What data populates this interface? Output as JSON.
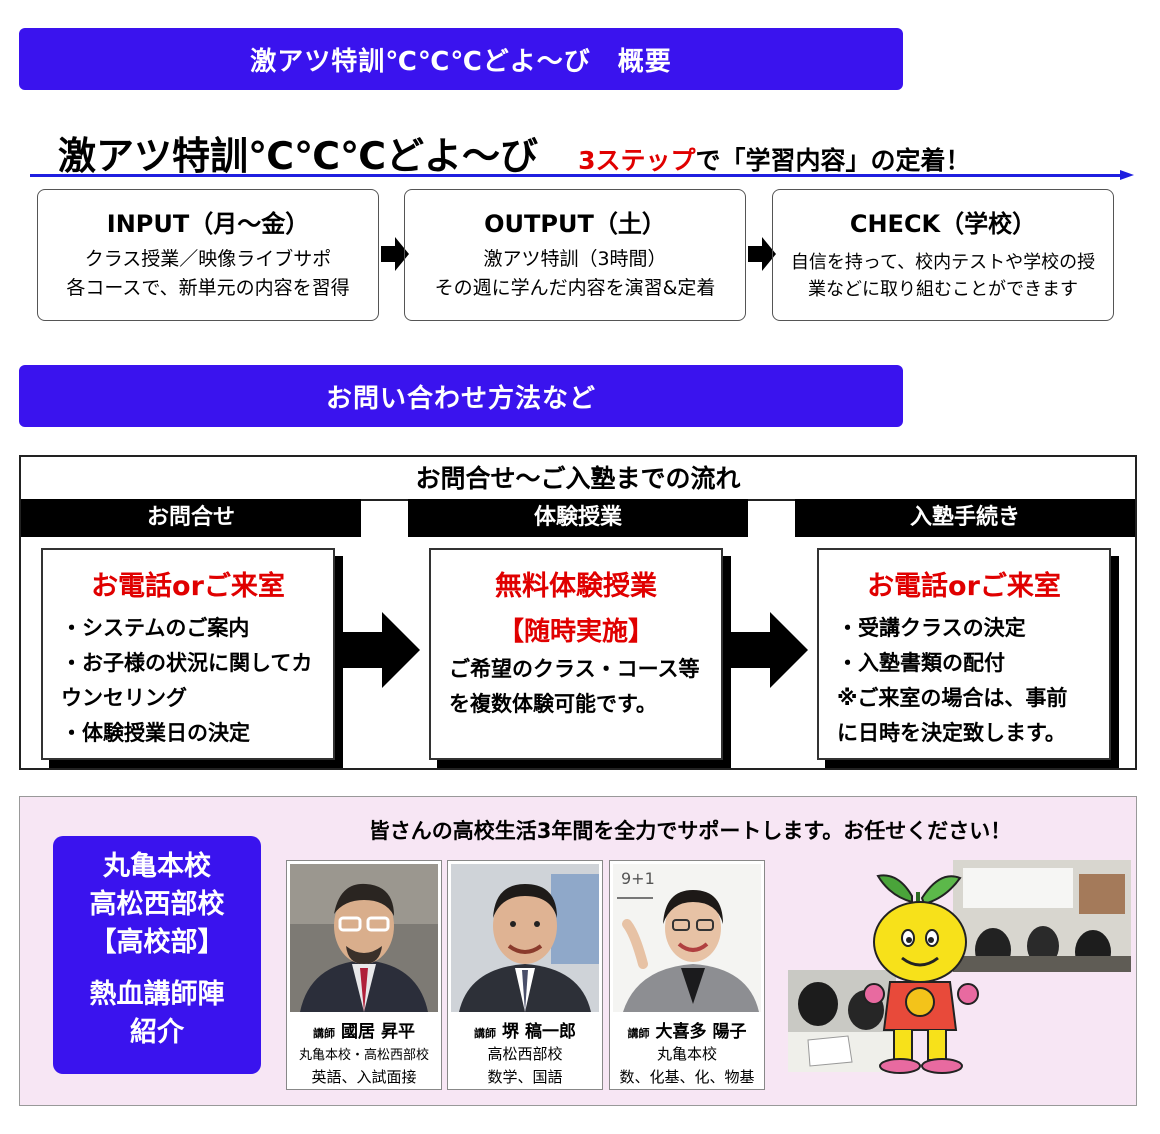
{
  "banner1": "激アツ特訓℃℃℃どよ〜び　概要",
  "main_title": "激アツ特訓℃℃℃どよ〜び",
  "subtitle": {
    "red": "3ステップ",
    "rest": "で「学習内容」の定着！"
  },
  "steps": [
    {
      "head": "INPUT（月〜金）",
      "line1": "クラス授業／映像ライブサポ",
      "line2": "各コースで、新単元の内容を習得"
    },
    {
      "head": "OUTPUT（土）",
      "line1": "激アツ特訓（3時間）",
      "line2": "その週に学んだ内容を演習&定着"
    },
    {
      "head": "CHECK（学校）",
      "line1": "自信を持って、校内テストや学校の授",
      "line2": "業などに取り組むことができます"
    }
  ],
  "banner2": "お問い合わせ方法など",
  "flow": {
    "title": "お問合せ〜ご入塾までの流れ",
    "columns": [
      {
        "head": "お問合せ",
        "box_title": "お電話orご来室",
        "lines": [
          "・システムのご案内",
          "・お子様の状況に関してカ",
          "ウンセリング",
          "・体験授業日の決定"
        ]
      },
      {
        "head": "体験授業",
        "box_title": "無料体験授業",
        "box_title2": "【随時実施】",
        "lines": [
          "ご希望のクラス・コース等",
          "を複数体験可能です。"
        ]
      },
      {
        "head": "入塾手続き",
        "box_title": "お電話orご来室",
        "lines": [
          "・受講クラスの決定",
          "・入塾書類の配付",
          "※ご来室の場合は、事前",
          "に日時を決定致します。"
        ]
      }
    ]
  },
  "team": {
    "school": [
      "丸亀本校",
      "高松西部校",
      "【高校部】",
      "熱血講師陣",
      "紹介"
    ],
    "tagline": "皆さんの高校生活3年間を全力でサポートします。お任せください！",
    "teachers": [
      {
        "tag": "講師",
        "name": "國居 昇平",
        "school": "丸亀本校・高松西部校",
        "subjects": "英語、入試面接"
      },
      {
        "tag": "講師",
        "name": "堺 稿一郎",
        "school": "高松西部校",
        "subjects": "数学、国語"
      },
      {
        "tag": "講師",
        "name": "大喜多 陽子",
        "school": "丸亀本校",
        "subjects": "数、化基、化、物基"
      }
    ]
  }
}
